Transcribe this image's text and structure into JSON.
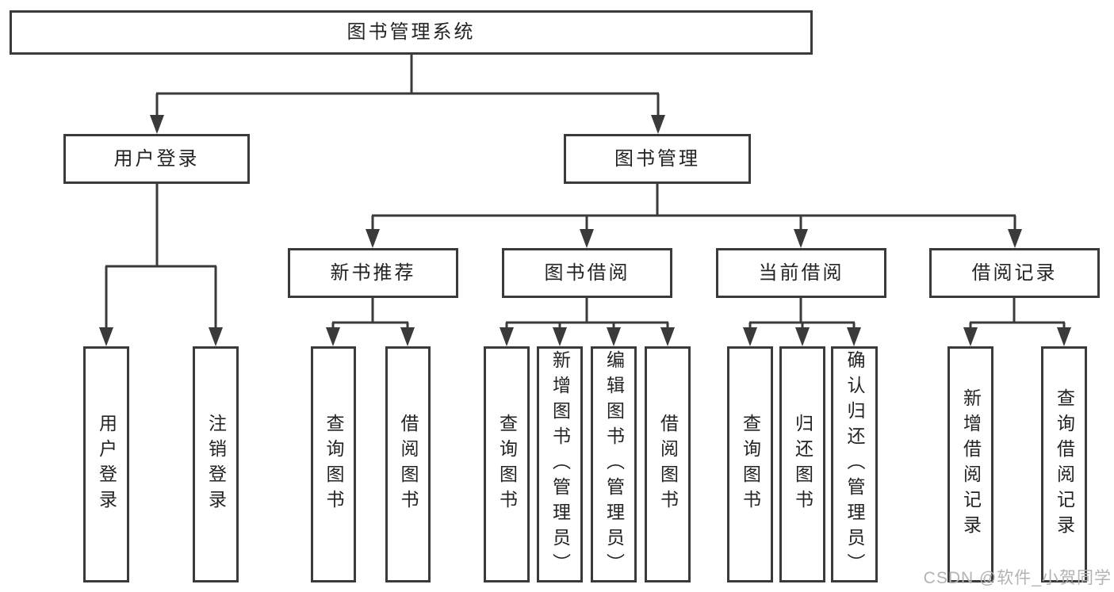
{
  "tree": {
    "label": "图书管理系统",
    "children": [
      {
        "label": "用户登录",
        "children": [
          {
            "label": "用户登录"
          },
          {
            "label": "注销登录"
          }
        ]
      },
      {
        "label": "图书管理",
        "children": [
          {
            "label": "新书推荐",
            "children": [
              {
                "label": "查询图书"
              },
              {
                "label": "借阅图书"
              }
            ]
          },
          {
            "label": "图书借阅",
            "children": [
              {
                "label": "查询图书"
              },
              {
                "label": "新增图书（管理员）"
              },
              {
                "label": "编辑图书（管理员）"
              },
              {
                "label": "借阅图书"
              }
            ]
          },
          {
            "label": "当前借阅",
            "children": [
              {
                "label": "查询图书"
              },
              {
                "label": "归还图书"
              },
              {
                "label": "确认归还（管理员）"
              }
            ]
          },
          {
            "label": "借阅记录",
            "children": [
              {
                "label": "新增借阅记录"
              },
              {
                "label": "查询借阅记录"
              }
            ]
          }
        ]
      }
    ]
  },
  "watermark": {
    "text": "CSDN @软件_小贺同学"
  },
  "colors": {
    "line": "#3a3a3a",
    "box_border": "#3a3a3a",
    "text": "#232323",
    "watermark": "#b3b3b3",
    "background": "#ffffff"
  }
}
